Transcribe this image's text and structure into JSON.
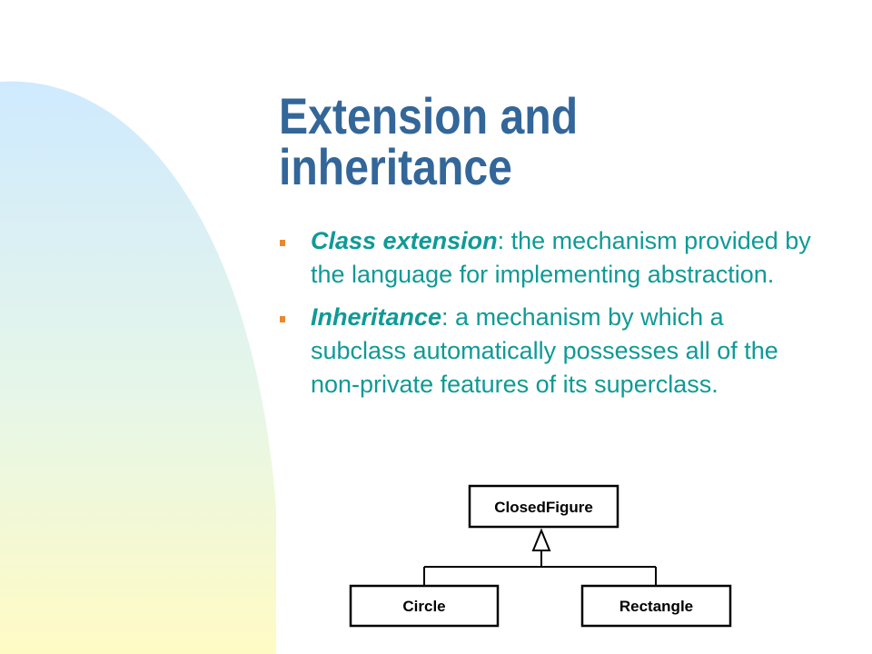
{
  "slide": {
    "title_lines": [
      "Extension and",
      "inheritance"
    ],
    "colors": {
      "title": "#336699",
      "body": "#0f9a96",
      "bullet": "#e9892d",
      "decor_top": "#cfeaff",
      "decor_bottom": "#fffbc4"
    },
    "bullets": [
      {
        "term": "Class extension",
        "text": ": the mechanism provided by the language for implementing abstraction."
      },
      {
        "term": "Inheritance",
        "text": ": a mechanism by which a subclass automatically possesses all of the non-private features of its superclass."
      }
    ],
    "diagram": {
      "superclass": "ClosedFigure",
      "subclasses": [
        "Circle",
        "Rectangle"
      ]
    }
  }
}
